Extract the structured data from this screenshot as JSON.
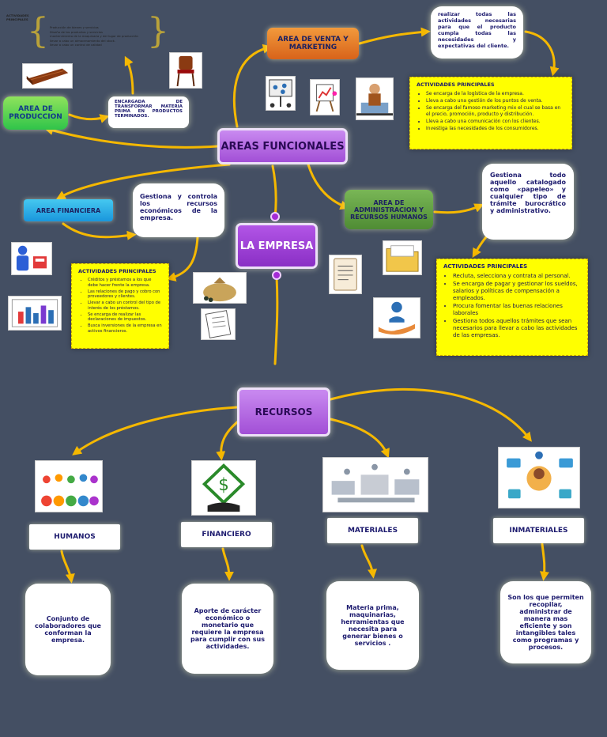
{
  "center": "LA EMPRESA",
  "areas_title": "AREAS FUNCIONALES",
  "recursos_title": "RECURSOS",
  "produccion": {
    "label": "AREA DE PRODUCCION",
    "desc": "ENCARGADA DE TRANSFORMAR MATERIA PRIMA EN PRODUCTOS TERMINADOS.",
    "note_title": "ACTIVIDADES PRINCIPALES",
    "note_items": [
      "Producción de bienes y servicios",
      "Diseño de los productos y servicios",
      "mantenimiento de la maquinaria y del lugar de producción",
      "llevar a cabo un almacenamiento del stock.",
      "llevar a cabo un control de calidad"
    ]
  },
  "venta": {
    "label": "AREA DE VENTA Y MARKETING",
    "desc": "realizar todas las actividades necesarias para que el producto cumpla todas las necesidades y expectativas del cliente.",
    "activities_title": "ACTIVIDADES PRINCIPALES",
    "activities": [
      "Se encarga de la logística de la empresa.",
      "Lleva a cabo una gestión de los puntos de venta.",
      "Se encarga del famoso marketing mix el cual se basa en el precio, promoción, producto y distribución.",
      "Lleva a cabo una comunicación con los clientes.",
      "Investiga las necesidades de los consumidores."
    ]
  },
  "financiera": {
    "label": "AREA FINANCIERA",
    "desc": "Gestiona y controla los recursos económicos de la empresa.",
    "activities_title": "ACTIVIDADES PRINCIPALES",
    "activities": [
      "Créditos y préstamos a los que debe hacer frente la empresa.",
      "Las relaciones de pago y cobro con proveedores y clientes.",
      "Llevar a cabo un control del tipo de interés de los préstamos.",
      "Se encarga de realizar las declaraciones de impuestos.",
      "Busca inversiones de la empresa en activos financieros."
    ]
  },
  "administracion": {
    "label": "AREA DE ADMINISTRACION Y RECURSOS HUMANOS",
    "desc": "Gestiona todo aquello catalogado como «papeleo» y cualquier tipo de trámite burocrático y administrativo.",
    "activities_title": "ACTIVIDADES PRINCIPALES",
    "activities": [
      "Recluta, selecciona y contrata al personal.",
      "Se encarga de pagar y gestionar los sueldos, salarios y políticas de compensación a empleados.",
      "Procura fomentar las buenas relaciones laborales",
      "Gestiona todos aquellos trámites que sean necesarios para llevar a cabo las actividades de las empresas."
    ]
  },
  "recursos": [
    {
      "label": "HUMANOS",
      "desc": "Conjunto de colaboradores que conforman la empresa."
    },
    {
      "label": "FINANCIERO",
      "desc": "Aporte de carácter económico o monetario que requiere la empresa para cumplir con sus actividades."
    },
    {
      "label": "MATERIALES",
      "desc": "Materia prima, maquinarias, herramientas que necesita para generar bienes o servicios ."
    },
    {
      "label": "INMATERIALES",
      "desc": "Son los que permiten recopilar, administrar de manera mas eficiente y son intangibles tales como programas y procesos."
    }
  ],
  "colors": {
    "background": "#444f63",
    "connector": "#f5b800",
    "purple": "#a24fd6",
    "orange": "#e2782a",
    "green": "#3fcf4f",
    "cyan": "#2aaee8",
    "note_yellow": "#ffff00"
  },
  "icons": [
    "wood-plank-icon",
    "chair-icon",
    "presentation-board-icon",
    "flipchart-icon",
    "salesperson-icon",
    "cashier-icon",
    "bar-chart-icon",
    "money-bag-icon",
    "document-icon",
    "notepad-icon",
    "folder-icon",
    "hand-person-icon",
    "team-gears-icon",
    "dollar-hand-icon",
    "factory-icon",
    "technology-icon"
  ]
}
